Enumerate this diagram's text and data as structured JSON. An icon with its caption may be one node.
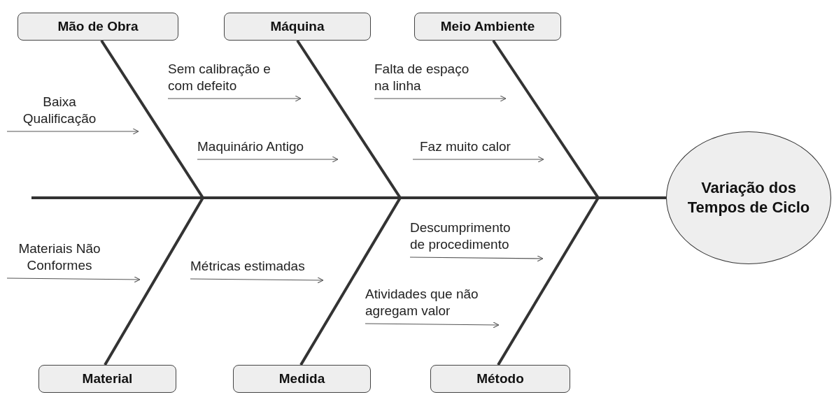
{
  "diagram": {
    "nodes": [
      {
        "text": [
          "Mão de Obra"
        ]
      },
      {
        "text": [
          "Máquina"
        ]
      },
      {
        "text": [
          "Meio Ambiente"
        ]
      },
      {
        "text": [
          "Material"
        ]
      },
      {
        "text": [
          "Medida"
        ]
      },
      {
        "text": [
          "Método"
        ]
      },
      {
        "text": [
          "Variação dos Tempos de Ciclo"
        ]
      },
      {
        "text": [
          "Baixa Qualificação"
        ]
      },
      {
        "text": [
          "Sem calibração e com defeito"
        ]
      },
      {
        "text": [
          "Falta de espaço na linha"
        ]
      },
      {
        "text": [
          "Maquinário Antigo"
        ]
      },
      {
        "text": [
          "Faz muito calor"
        ]
      },
      {
        "text": [
          "Materiais Não Conformes"
        ]
      },
      {
        "text": [
          "Métricas estimadas"
        ]
      },
      {
        "text": [
          "Descumprimento de procedimento"
        ]
      },
      {
        "text": [
          "Atividades que não agregam valor"
        ]
      }
    ],
    "edges": [
      {
        "from": null,
        "to": 6,
        "arrow": "none",
        "style": "thick"
      },
      {
        "from": 0,
        "to": null,
        "arrow": "none",
        "style": "thick"
      },
      {
        "from": 1,
        "to": null,
        "arrow": "none",
        "style": "thick"
      },
      {
        "from": 2,
        "to": null,
        "arrow": "none",
        "style": "thick"
      },
      {
        "from": 3,
        "to": null,
        "arrow": "none",
        "style": "thick"
      },
      {
        "from": 4,
        "to": null,
        "arrow": "none",
        "style": "thick"
      },
      {
        "from": 5,
        "to": null,
        "arrow": "none",
        "style": "thick"
      },
      {
        "from": 7,
        "to": null,
        "arrow": "to"
      },
      {
        "from": 8,
        "to": null,
        "arrow": "to"
      },
      {
        "from": 9,
        "to": null,
        "arrow": "to"
      },
      {
        "from": 10,
        "to": null,
        "arrow": "to"
      },
      {
        "from": 11,
        "to": null,
        "arrow": "to"
      },
      {
        "from": 12,
        "to": null,
        "arrow": "to"
      },
      {
        "from": 13,
        "to": null,
        "arrow": "to"
      },
      {
        "from": 14,
        "to": null,
        "arrow": "to"
      },
      {
        "from": 15,
        "to": null,
        "arrow": "to"
      }
    ]
  }
}
